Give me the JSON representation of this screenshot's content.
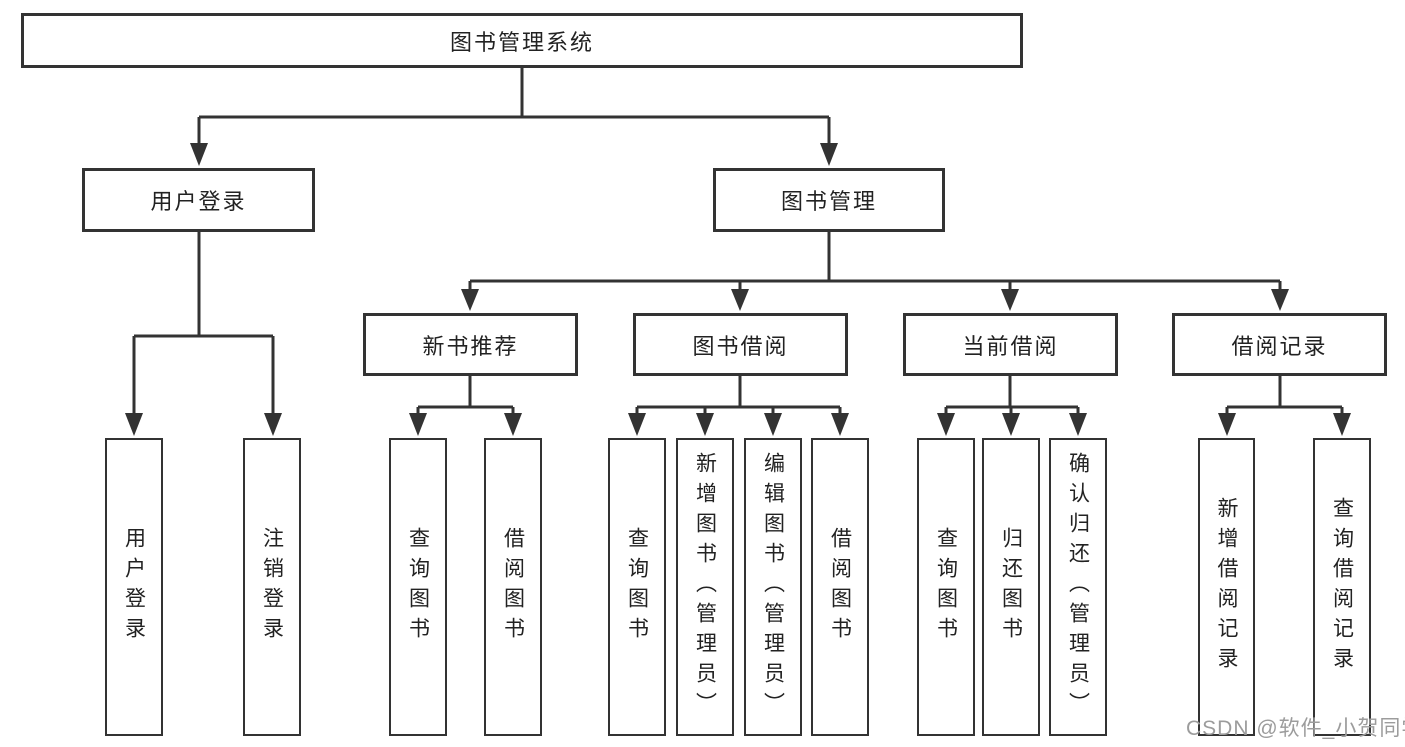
{
  "diagram": {
    "root": {
      "label": "图书管理系统"
    },
    "level2": [
      {
        "label": "用户登录"
      },
      {
        "label": "图书管理"
      }
    ],
    "level3": [
      {
        "label": "新书推荐"
      },
      {
        "label": "图书借阅"
      },
      {
        "label": "当前借阅"
      },
      {
        "label": "借阅记录"
      }
    ],
    "leaves": {
      "user_login": [
        {
          "label": "用户登录"
        },
        {
          "label": "注销登录"
        }
      ],
      "new_book": [
        {
          "label": "查询图书"
        },
        {
          "label": "借阅图书"
        }
      ],
      "book_borrow": [
        {
          "label": "查询图书"
        },
        {
          "label": "新增图书（管理员）"
        },
        {
          "label": "编辑图书（管理员）"
        },
        {
          "label": "借阅图书"
        }
      ],
      "current_borrow": [
        {
          "label": "查询图书"
        },
        {
          "label": "归还图书"
        },
        {
          "label": "确认归还（管理员）"
        }
      ],
      "borrow_record": [
        {
          "label": "新增借阅记录"
        },
        {
          "label": "查询借阅记录"
        }
      ]
    }
  },
  "watermark": {
    "text": "CSDN @软件_小贺同学"
  },
  "colors": {
    "line": "#333333",
    "border": "#333333",
    "text": "#222222",
    "watermark": "#9c9c9c",
    "background": "#ffffff"
  }
}
